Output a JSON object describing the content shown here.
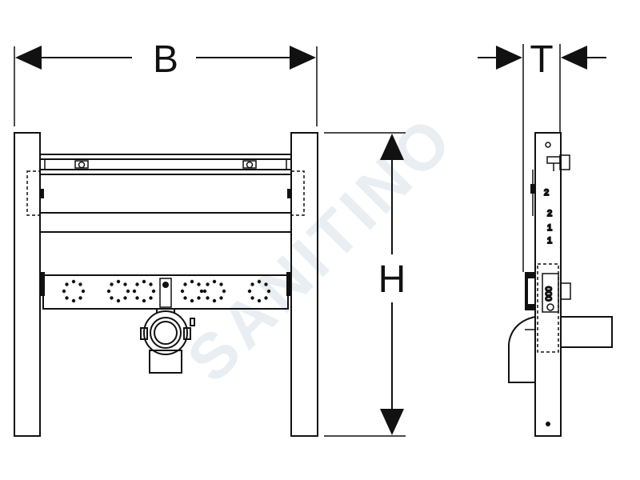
{
  "drawing": {
    "dimensions": {
      "width_label": "B",
      "height_label": "H",
      "depth_label": "T"
    },
    "watermark_text": "SANITINO",
    "side_view_marks": [
      "2",
      "2",
      "1",
      "1",
      "000",
      "0"
    ]
  }
}
